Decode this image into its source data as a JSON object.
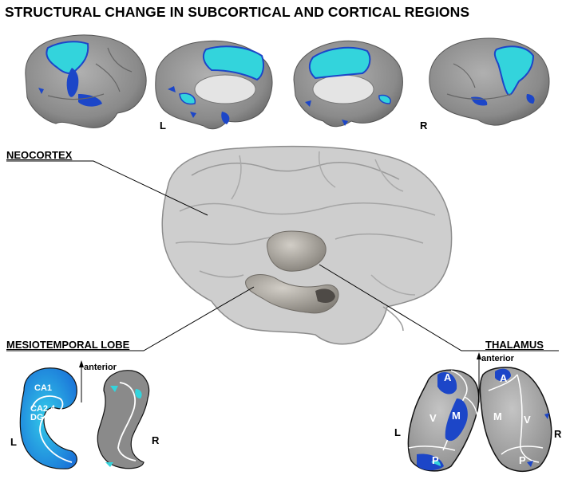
{
  "title": "STRUCTURAL CHANGE IN SUBCORTICAL AND CORTICAL REGIONS",
  "labels": {
    "neocortex": "NEOCORTEX",
    "mesiotemporal": "MESIOTEMPORAL LOBE",
    "thalamus": "THALAMUS"
  },
  "cortex_hemispheres": {
    "left": "L",
    "right": "R"
  },
  "hippocampus": {
    "left": "L",
    "right": "R",
    "direction": "anterior",
    "subfields": {
      "ca1": "CA1",
      "ca24": "CA2,4",
      "dg": "DG"
    }
  },
  "thalamus_panel": {
    "left": "L",
    "right": "R",
    "direction": "anterior",
    "nuclei": {
      "anterior": "A",
      "ventral": "V",
      "medial": "M",
      "pulvinar": "P"
    }
  },
  "colors": {
    "cortex_gray": "#8f8f8f",
    "cyan_change": "#33d4dc",
    "blue_change": "#1c46c8",
    "transparent_brain": "#bdbdbd",
    "subcortical": "#b2aea6"
  }
}
